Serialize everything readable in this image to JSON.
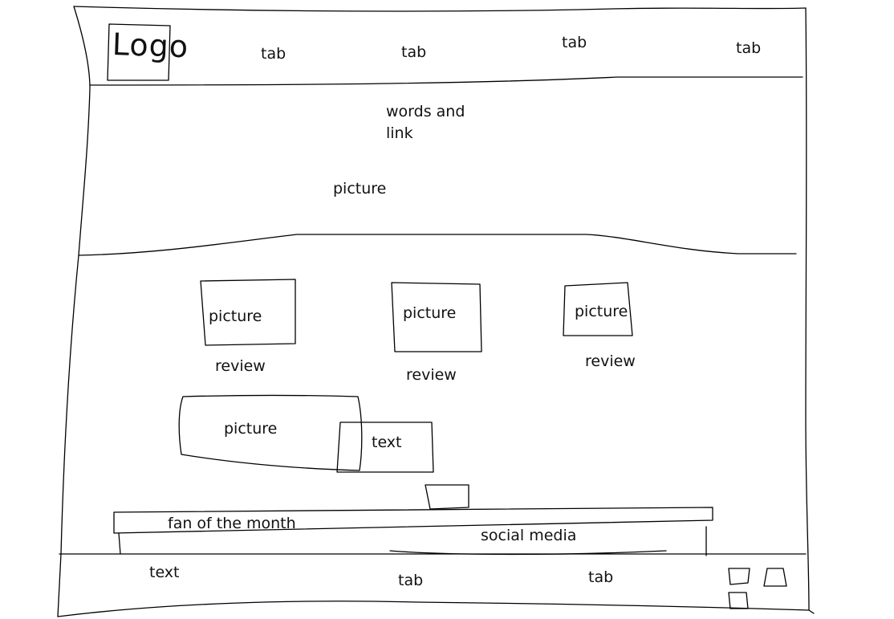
{
  "header": {
    "logo": "Logo",
    "tabs": [
      "tab",
      "tab",
      "tab",
      "tab"
    ]
  },
  "hero": {
    "text_line1": "words and",
    "text_line2": "link",
    "picture": "picture"
  },
  "reviews": [
    {
      "picture": "picture",
      "caption": "review"
    },
    {
      "picture": "picture",
      "caption": "review"
    },
    {
      "picture": "picture",
      "caption": "review"
    }
  ],
  "feature": {
    "picture": "picture",
    "text": "text"
  },
  "bottom_bar": {
    "fan_of_the_month": "fan of the month",
    "social_media": "social media"
  },
  "footer": {
    "text": "text",
    "tabs": [
      "tab",
      "tab"
    ]
  }
}
